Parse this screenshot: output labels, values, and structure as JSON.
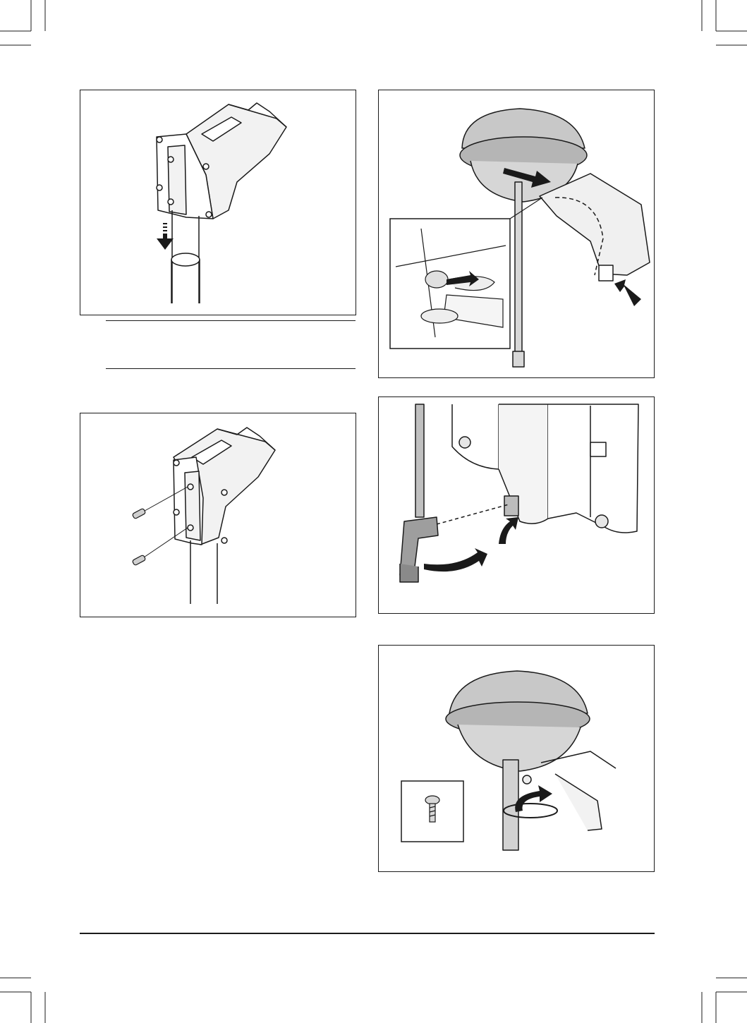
{
  "page": {
    "background": "#ffffff",
    "line_color": "#1a1a1a",
    "illustrations": [
      {
        "id": "fig-1",
        "content": "arm-bracket-onto-post",
        "icon": "down-arrow-icon"
      },
      {
        "id": "fig-2",
        "content": "arm-bracket-pins-inserted",
        "icon": "pin-icon"
      },
      {
        "id": "fig-3",
        "content": "antenna-mount-with-inset-detail",
        "icon": "push-arrow-icon"
      },
      {
        "id": "fig-4",
        "content": "cable-plug-connect",
        "icon": "curved-arrow-icon"
      },
      {
        "id": "fig-5",
        "content": "antenna-screw-tighten",
        "icon": "screw-icon"
      }
    ]
  }
}
